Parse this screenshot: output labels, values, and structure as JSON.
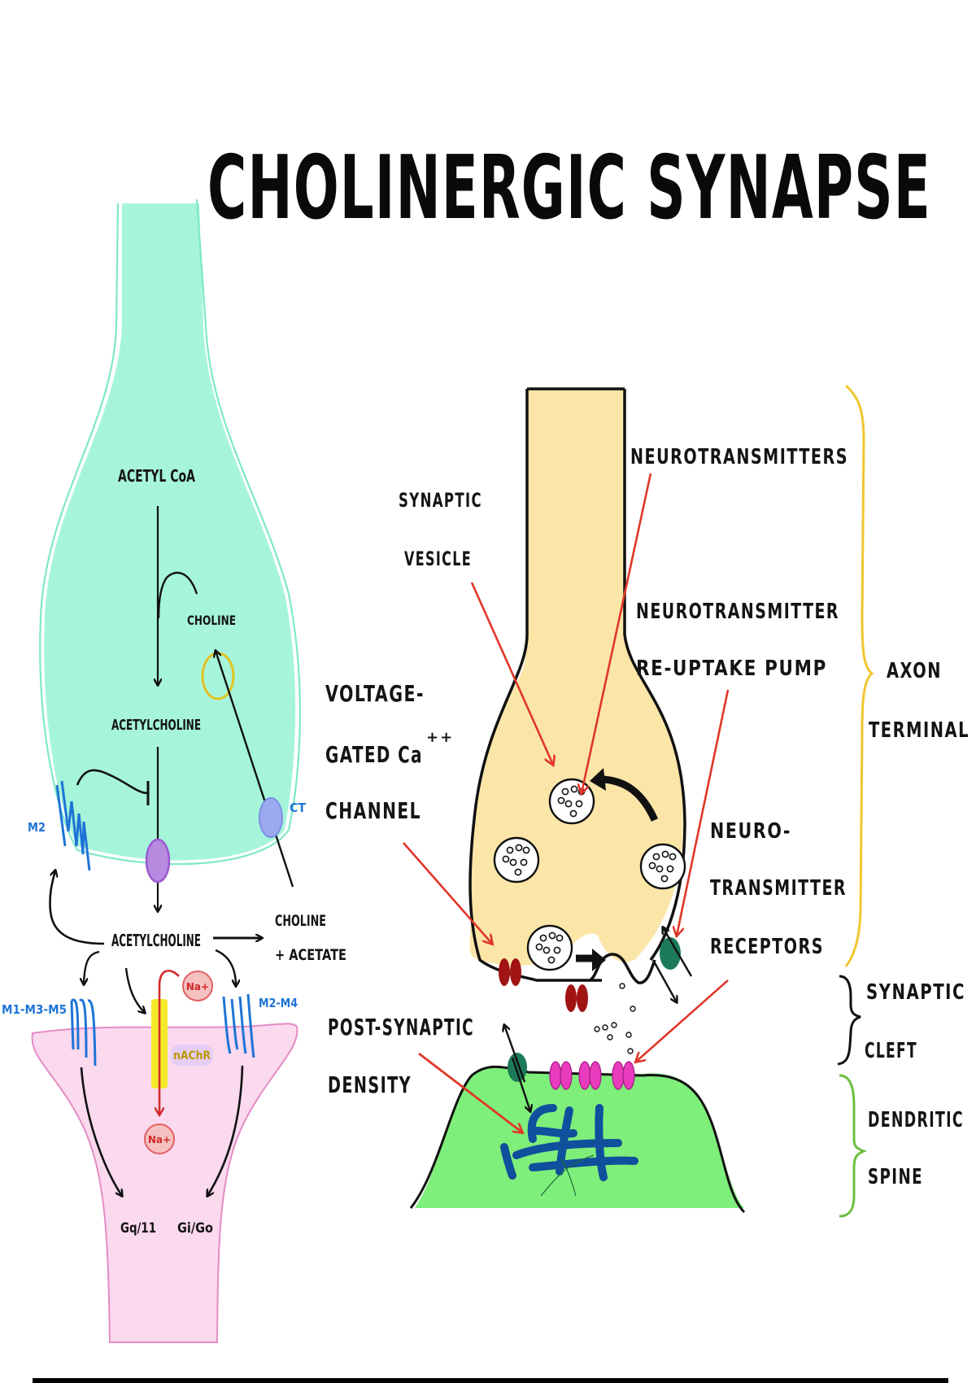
{
  "title": "CHOLINERGIC SYNAPSE",
  "colors": {
    "presynaptic_left": "#a6f5db",
    "postsynaptic_left": "#fbd9ef",
    "axon_terminal": "#fbe6a8",
    "dendritic_spine": "#7eef7a",
    "muscarinic_receptor": "#1f74d6",
    "ca_channel": "#a11414",
    "nt_receptor": "#e83bbd",
    "reuptake_pump": "#1c7a58",
    "psd": "#0f4f9c",
    "pointer_arrow": "#e0362a",
    "axon_brace": "#f0c630",
    "spine_brace": "#6cbf3e",
    "choline_transporter": "#9da9ee",
    "vesicle_release_site": "#b78bdf",
    "nachr": "#f4ea2a"
  },
  "left_diagram": {
    "acetyl_coa": "ACETYL CoA",
    "choline": "CHOLINE",
    "acetylcholine_inside": "ACETYLCHOLINE",
    "m2_autoreceptor": "M2",
    "choline_transporter": "CT",
    "acetylcholine_cleft": "ACETYLCHOLINE",
    "choline_acetate_line1": "CHOLINE",
    "choline_acetate_line2": "+ ACETATE",
    "m135_receptor": "M1-M3-M5",
    "m24_receptor": "M2-M4",
    "nachr": "nAChR",
    "na_ion_outside": "Na+",
    "na_ion_inside": "Na+",
    "gq11": "Gq/11",
    "gigo": "Gi/Go"
  },
  "right_diagram": {
    "neurotransmitters": "NEUROTRANSMITTERS",
    "synaptic_vesicle_line1": "SYNAPTIC",
    "synaptic_vesicle_line2": "VESICLE",
    "reuptake_line1": "NEUROTRANSMITTER",
    "reuptake_line2": "RE-UPTAKE PUMP",
    "vgcc_line1": "VOLTAGE-",
    "vgcc_line2": "GATED Ca",
    "vgcc_superscript": "++",
    "vgcc_line3": "CHANNEL",
    "receptors_line1": "NEURO-",
    "receptors_line2": "TRANSMITTER",
    "receptors_line3": "RECEPTORS",
    "psd_line1": "POST-SYNAPTIC",
    "psd_line2": "DENSITY",
    "axon_terminal_line1": "AXON",
    "axon_terminal_line2": "TERMINAL",
    "cleft_line1": "SYNAPTIC",
    "cleft_line2": "CLEFT",
    "spine_line1": "DENDRITIC",
    "spine_line2": "SPINE"
  }
}
